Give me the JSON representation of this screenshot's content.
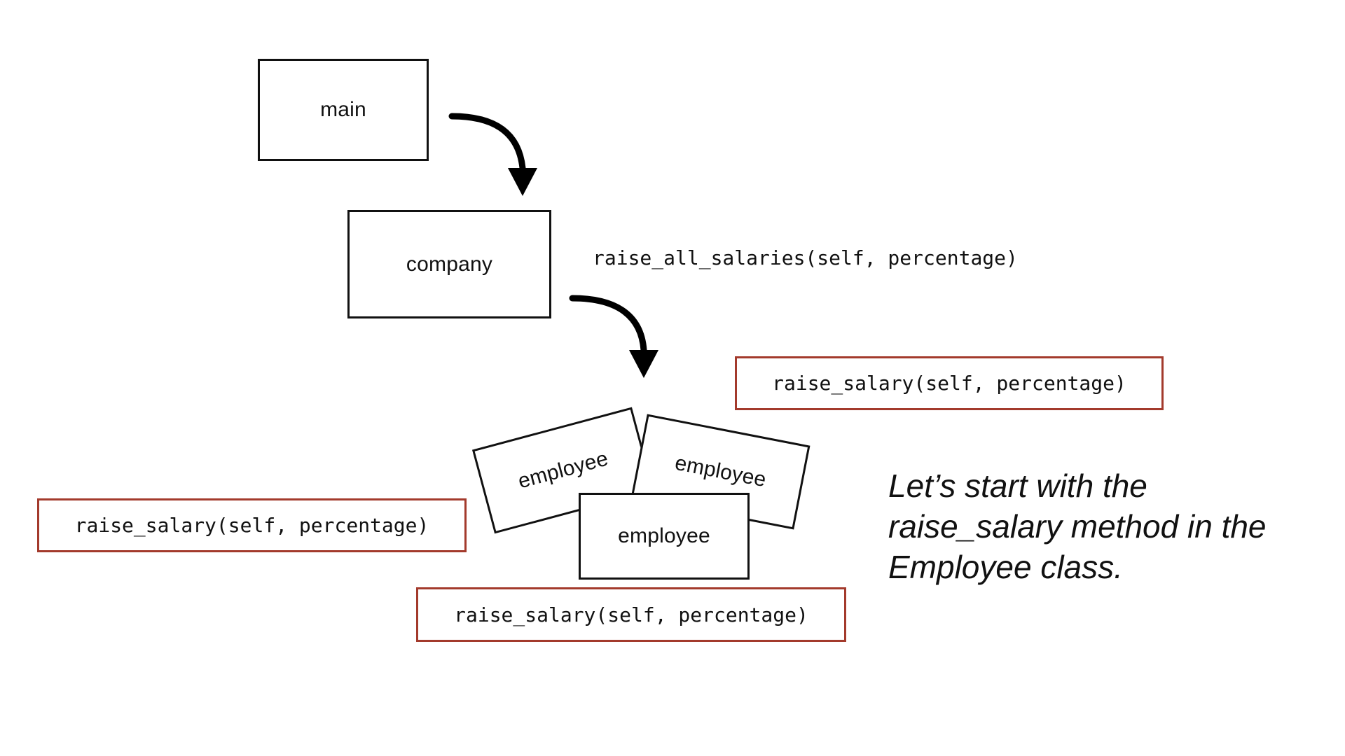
{
  "nodes": {
    "main": "main",
    "company": "company",
    "employee_left": "employee",
    "employee_right": "employee",
    "employee_front": "employee"
  },
  "methods": {
    "company_method": "raise_all_salaries(self, percentage)",
    "employee_method_right": "raise_salary(self, percentage)",
    "employee_method_left": "raise_salary(self, percentage)",
    "employee_method_bottom": "raise_salary(self, percentage)"
  },
  "caption": {
    "line1": "Let’s start with the",
    "line2": "raise_salary method in the",
    "line3": "Employee class."
  },
  "colors": {
    "method_box_border": "#a33a2c",
    "node_border": "#111111"
  }
}
